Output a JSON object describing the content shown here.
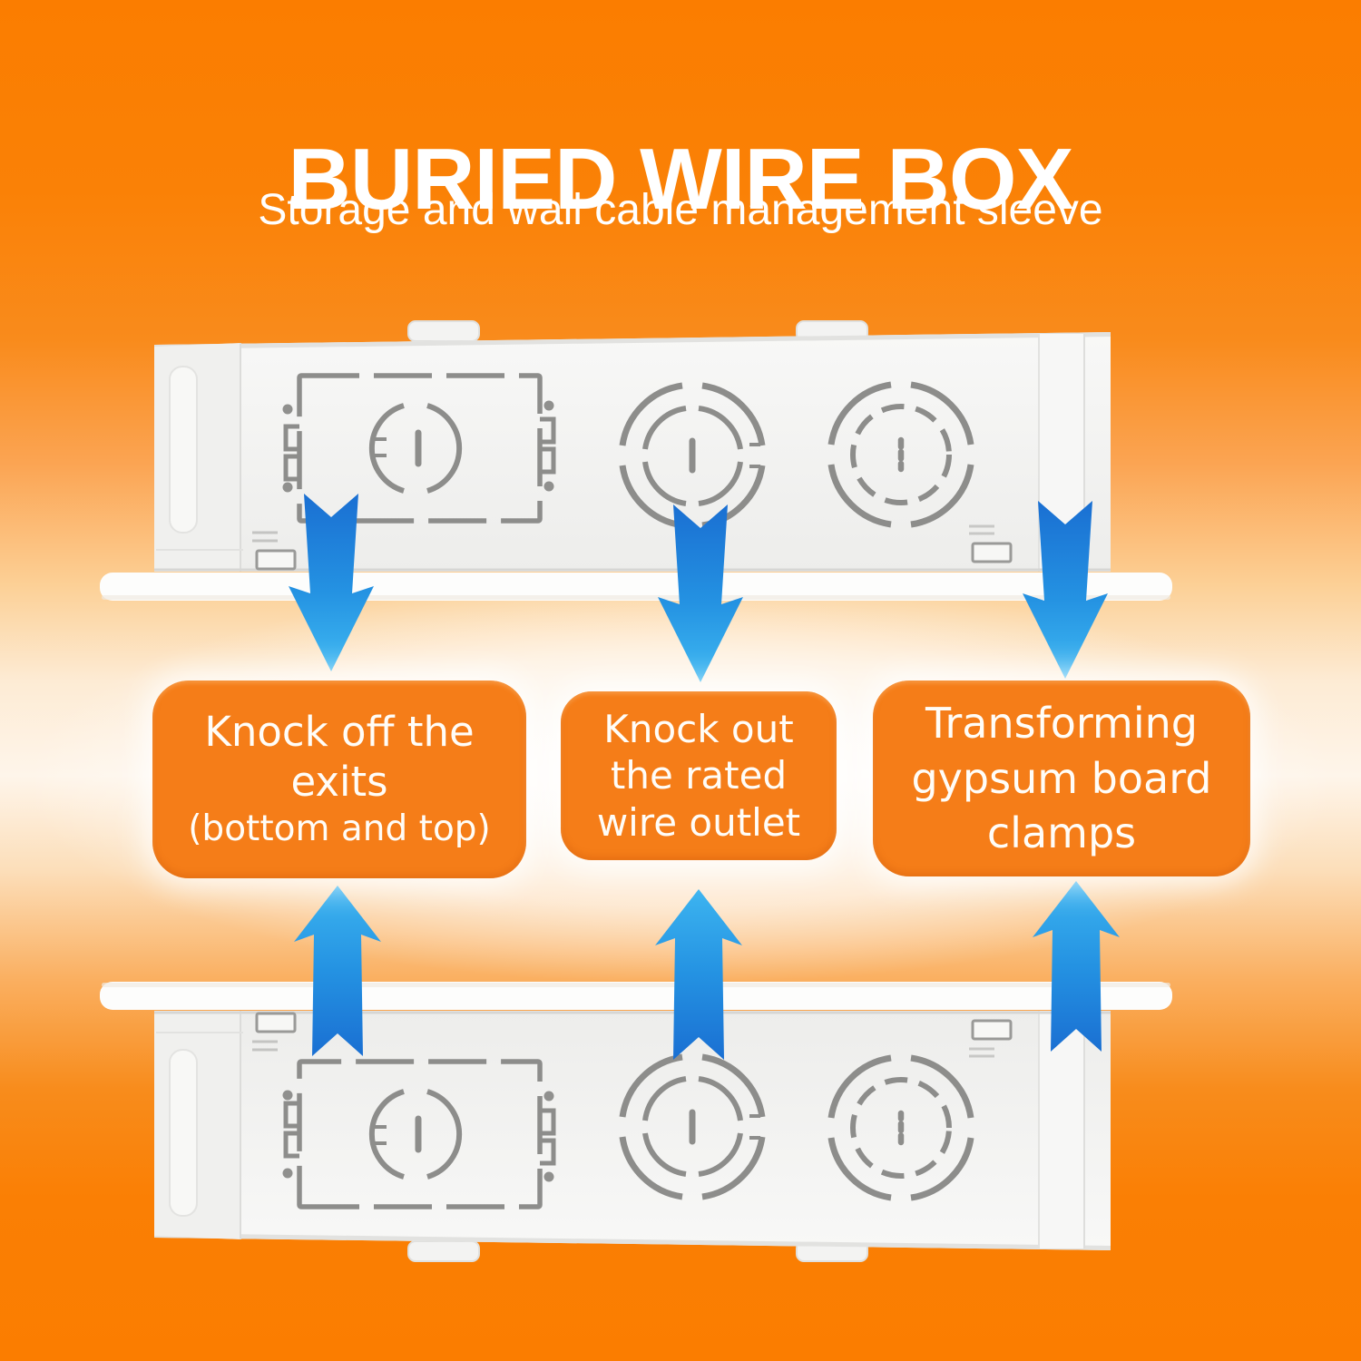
{
  "header": {
    "title": "BURIED WIRE BOX",
    "subtitle": "Storage and wall cable management sleeve"
  },
  "callouts": [
    {
      "line1": "Knock off the",
      "line2": "exits",
      "note": "(bottom and top)"
    },
    {
      "line1": "Knock out",
      "line2": "the rated",
      "line3": "wire outlet"
    },
    {
      "line1": "Transforming",
      "line2": "gypsum board",
      "line3": "clamps"
    }
  ],
  "colors": {
    "background_orange": "#fb7d00",
    "background_light_center": "#fef5ea",
    "callout_orange": "#f57d18",
    "arrow_blue_dark": "#1a6fd2",
    "arrow_blue_light": "#3fb9f2",
    "box_body_white": "#f2f2f0",
    "knockout_line_gray": "#8d8d8b",
    "text_white": "#ffffff"
  }
}
